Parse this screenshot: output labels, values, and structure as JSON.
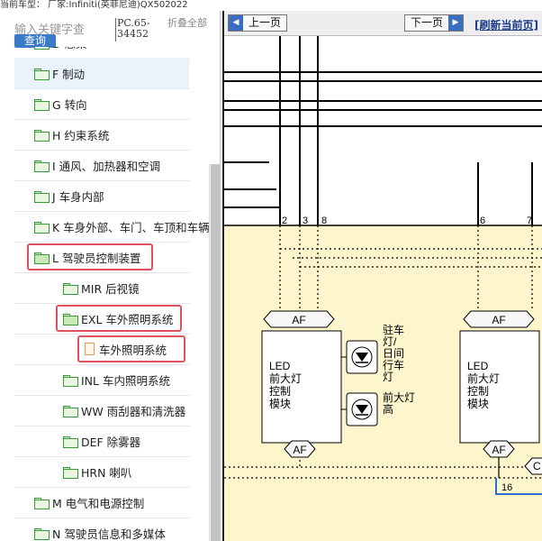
{
  "topline": "当前车型： 厂家:Infiniti(英菲尼迪)QX502022",
  "search": {
    "keyword_placeholder": "输入关键字查",
    "query_button": "查询",
    "pc_code": "PC.65-\n34452",
    "collapse_all": "折叠全部"
  },
  "tree": {
    "items": [
      {
        "label": "D 悬架",
        "level": 1,
        "kind": "folder"
      },
      {
        "label": "F 制动",
        "level": 1,
        "kind": "folder",
        "selected": true
      },
      {
        "label": "G 转向",
        "level": 1,
        "kind": "folder"
      },
      {
        "label": "H 约束系统",
        "level": 1,
        "kind": "folder"
      },
      {
        "label": "I 通风、加热器和空调",
        "level": 1,
        "kind": "folder"
      },
      {
        "label": "J 车身内部",
        "level": 1,
        "kind": "folder"
      },
      {
        "label": "K 车身外部、车门、车顶和车辆",
        "level": 1,
        "kind": "folder"
      },
      {
        "label": "L 驾驶员控制装置",
        "level": 1,
        "kind": "folder-open",
        "highlight": true
      },
      {
        "label": "MIR 后视镜",
        "level": 2,
        "kind": "folder"
      },
      {
        "label": "EXL 车外照明系统",
        "level": 2,
        "kind": "folder-open",
        "highlight": true
      },
      {
        "label": "车外照明系统",
        "level": 3,
        "kind": "doc",
        "highlight": true
      },
      {
        "label": "INL 车内照明系统",
        "level": 2,
        "kind": "folder"
      },
      {
        "label": "WW 雨刮器和清洗器",
        "level": 2,
        "kind": "folder"
      },
      {
        "label": "DEF 除雾器",
        "level": 2,
        "kind": "folder"
      },
      {
        "label": "HRN 喇叭",
        "level": 2,
        "kind": "folder"
      },
      {
        "label": "M 电气和电源控制",
        "level": 1,
        "kind": "folder"
      },
      {
        "label": "N 驾驶员信息和多媒体",
        "level": 1,
        "kind": "folder"
      }
    ]
  },
  "toolbar": {
    "prev_page": "上一页",
    "next_page": "下一页",
    "refresh": "[刷新当前页]"
  },
  "diagram": {
    "pin_labels": [
      "2",
      "3",
      "8",
      "6",
      "7",
      "16"
    ],
    "connector_tags": [
      "AF",
      "AF",
      "AF",
      "AF"
    ],
    "module_left": "LED\n前大灯\n控制\n模块",
    "module_right": "LED\n前大灯\n控制\n模块",
    "lamp_top": "驻车\n灯/\n日间\n行车\n灯",
    "lamp_bottom": "前大灯\n高",
    "right_edge_tag": "C",
    "colors": {
      "panel": "#fdf6cc",
      "wire": "#000000",
      "wire_blue": "#2a6fd0",
      "highlight": "#e05060"
    }
  }
}
